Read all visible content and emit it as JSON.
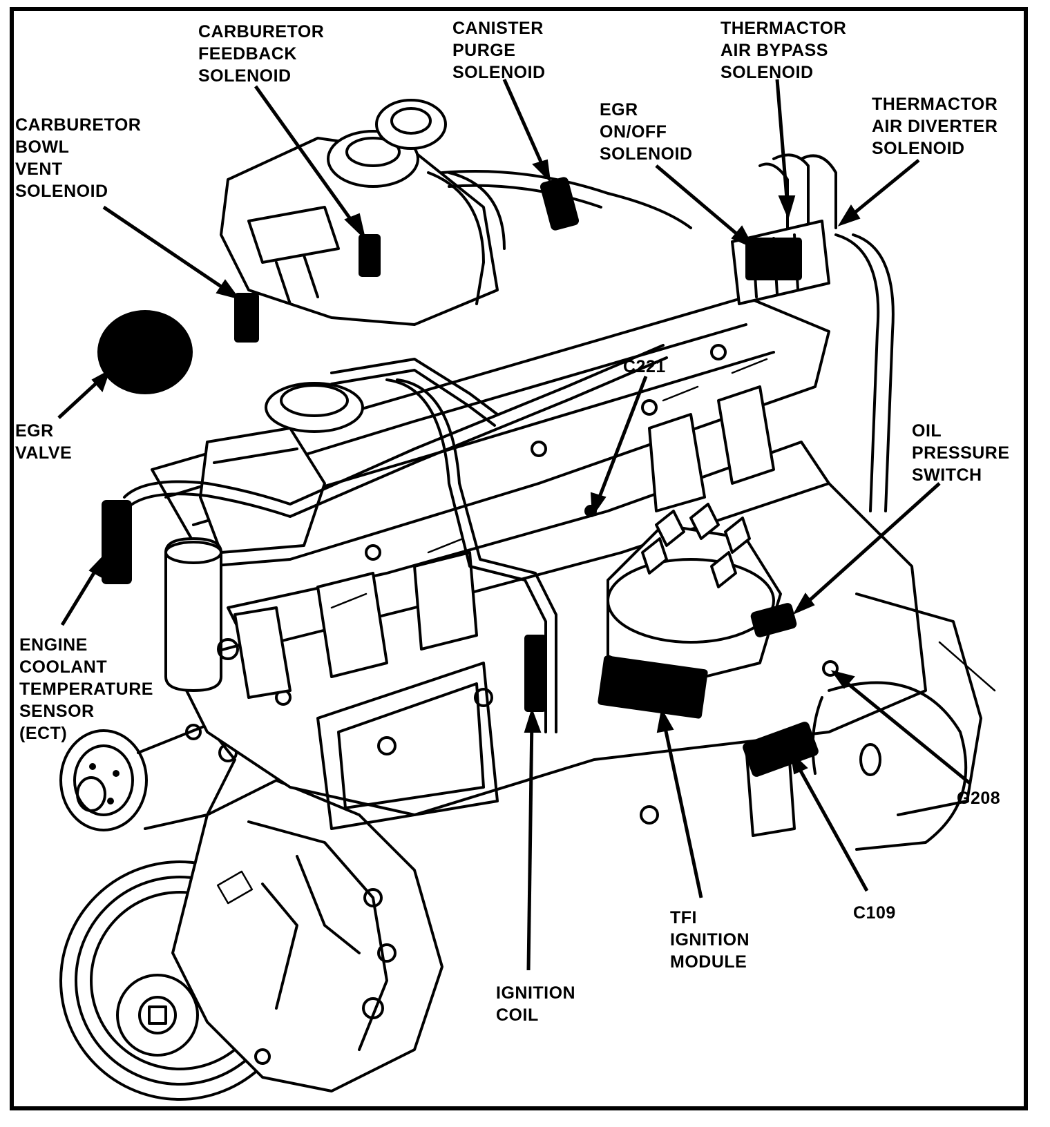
{
  "labels": {
    "carb_feedback": [
      "CARBURETOR",
      "FEEDBACK",
      "SOLENOID"
    ],
    "canister_purge": [
      "CANISTER",
      "PURGE",
      "SOLENOID"
    ],
    "thermactor_bypass": [
      "THERMACTOR",
      "AIR BYPASS",
      "SOLENOID"
    ],
    "thermactor_diverter": [
      "THERMACTOR",
      "AIR DIVERTER",
      "SOLENOID"
    ],
    "carb_bowl_vent": [
      "CARBURETOR",
      "BOWL",
      "VENT",
      "SOLENOID"
    ],
    "egr_onoff": [
      "EGR",
      "ON/OFF",
      "SOLENOID"
    ],
    "egr_valve": [
      "EGR",
      "VALVE"
    ],
    "c221": [
      "C221"
    ],
    "oil_pressure": [
      "OIL",
      "PRESSURE",
      "SWITCH"
    ],
    "ect": [
      "ENGINE",
      "COOLANT",
      "TEMPERATURE",
      "SENSOR",
      "(ECT)"
    ],
    "g208": [
      "G208"
    ],
    "c109": [
      "C109"
    ],
    "tfi_module": [
      "TFI",
      "IGNITION",
      "MODULE"
    ],
    "ignition_coil": [
      "IGNITION",
      "COIL"
    ]
  }
}
